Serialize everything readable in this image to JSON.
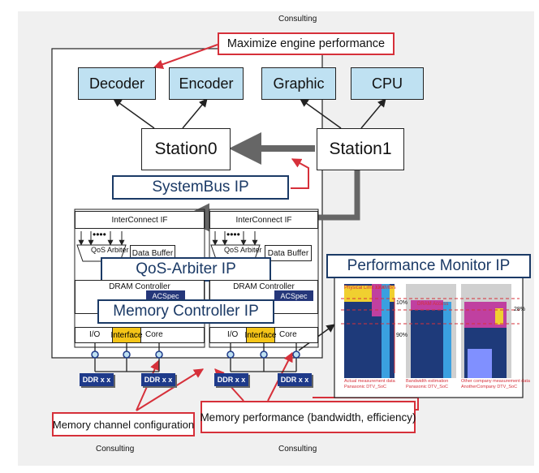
{
  "consulting": {
    "top": "Consulting",
    "left": "Consulting",
    "right": "Consulting"
  },
  "callouts": {
    "maximize": "Maximize engine performance",
    "memory_channel": "Memory channel configuration",
    "memory_performance": "Memory performance (bandwidth, efficiency)"
  },
  "engines": {
    "decoder": "Decoder",
    "encoder": "Encoder",
    "graphic": "Graphic",
    "cpu": "CPU"
  },
  "stations": {
    "s0": "Station0",
    "s1": "Station1"
  },
  "ip_labels": {
    "systembus": "SystemBus IP",
    "qos": "QoS-Arbiter IP",
    "memctrl": "Memory Controller IP",
    "perfmon": "Performance Monitor IP"
  },
  "blocks": {
    "interconnect": "InterConnect IF",
    "dots": "••••",
    "qos_arbiter": "QoS Arbiter",
    "data_buffer": "Data Buffer",
    "dram_controller": "DRAM Controller",
    "acspec": "ACSpec",
    "io": "I/O",
    "interface": "Interface",
    "core": "Core"
  },
  "ddr": "DDR x x",
  "monitor": {
    "label_physical": "Physical Limit Line",
    "label_unit": "XXXMB/s",
    "label_dram": "DRAM Access",
    "pct_10": "10%",
    "pct_90": "90%",
    "pct_28": "28%",
    "caption1_l1": "Actual measurement data",
    "caption1_l2": "Panasonic DTV_SoC",
    "caption2_l1": "Bandwidth estimation",
    "caption2_l2": "Panasonic DTV_SoC",
    "caption3_l1": "Other company measurement data",
    "caption3_l2": "AnotherCompany DTV_SoC"
  },
  "colors": {
    "accent_red": "#d6303a",
    "navy": "#1b3a66",
    "engine_fill": "#bfe1f2",
    "interface_fill": "#f5c518"
  }
}
